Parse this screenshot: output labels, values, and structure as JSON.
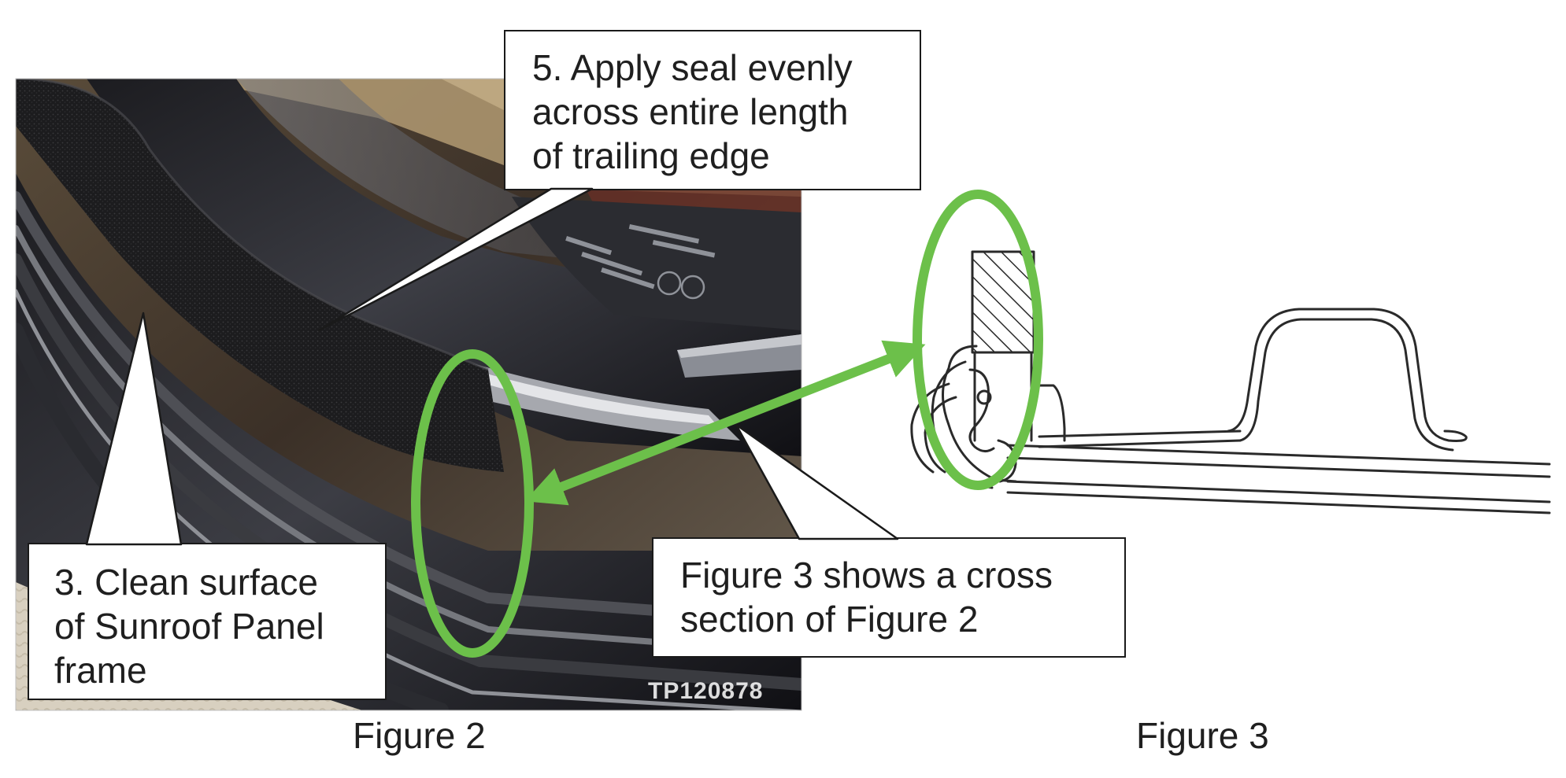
{
  "callouts": {
    "apply_seal": {
      "lines": [
        "5. Apply seal evenly",
        "across entire length",
        "of trailing edge"
      ]
    },
    "clean_surface": {
      "lines": [
        "3. Clean surface",
        "of Sunroof Panel",
        "frame"
      ]
    },
    "cross_section": {
      "lines": [
        "Figure 3 shows a cross",
        "section of Figure 2"
      ]
    }
  },
  "captions": {
    "figure_2": "Figure 2",
    "figure_3": "Figure 3"
  },
  "photo": {
    "watermark": "TP120878"
  },
  "colors": {
    "highlight_green": "#6cc04a",
    "outline_dark": "#1a1a1a",
    "text": "#1f1f1f",
    "drawing_line": "#2a2a2a"
  },
  "icons": {
    "arrow": "double-headed-arrow",
    "highlight": "ellipse-outline"
  }
}
